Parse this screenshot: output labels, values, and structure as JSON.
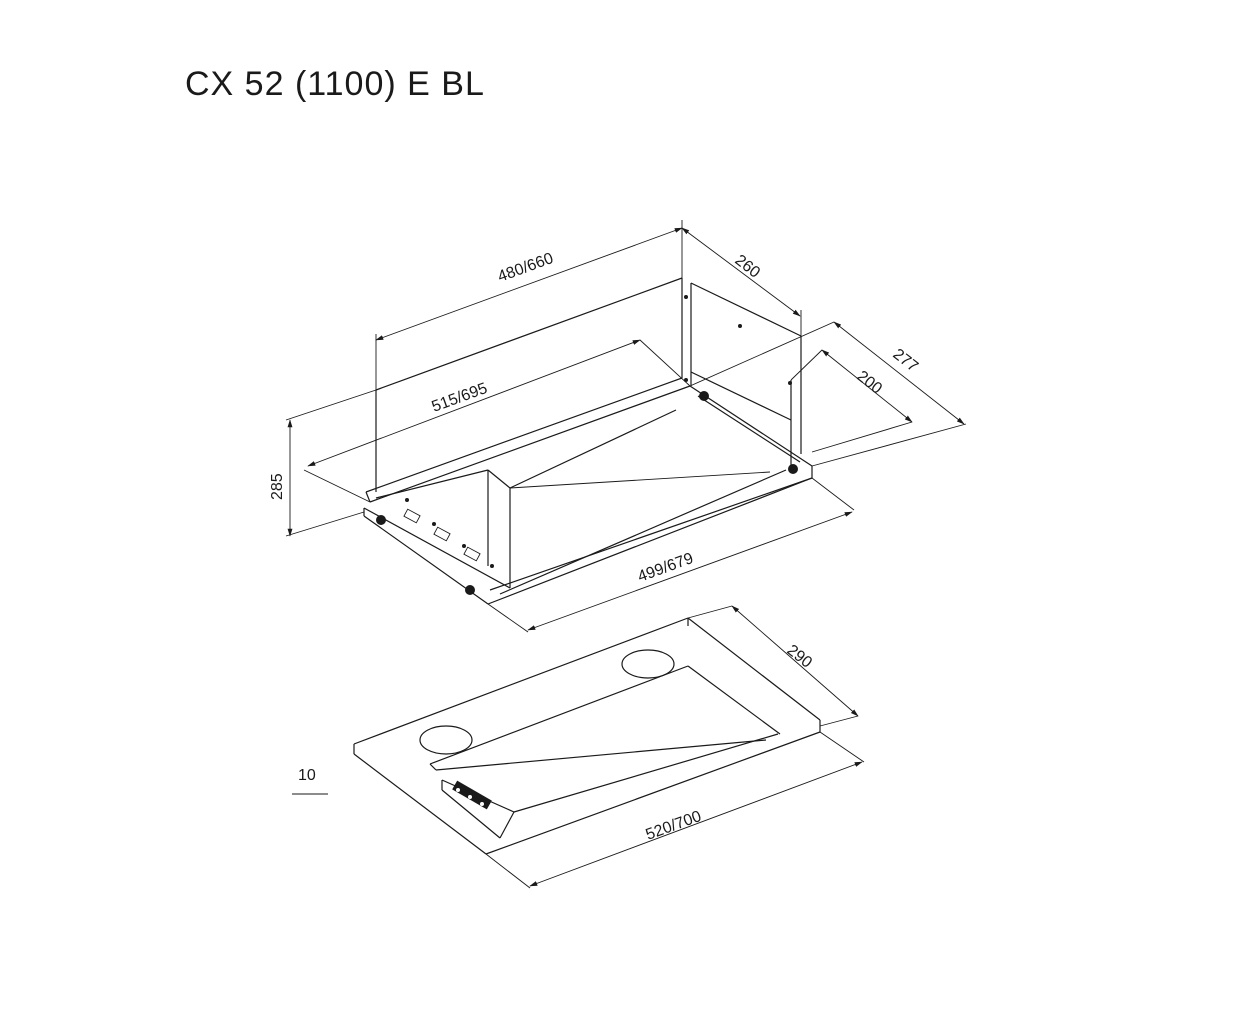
{
  "model": {
    "title": "CX 52 (1100) E BL"
  },
  "dimensions": {
    "top_width": "480/660",
    "top_depth": "260",
    "inner_width": "515/695",
    "depth_outer": "277",
    "depth_inner": "200",
    "height": "285",
    "bottom_width": "499/679",
    "panel_depth": "290",
    "panel_thickness": "10",
    "panel_width": "520/700"
  },
  "colors": {
    "line": "#1a1a1a",
    "background": "#ffffff"
  }
}
